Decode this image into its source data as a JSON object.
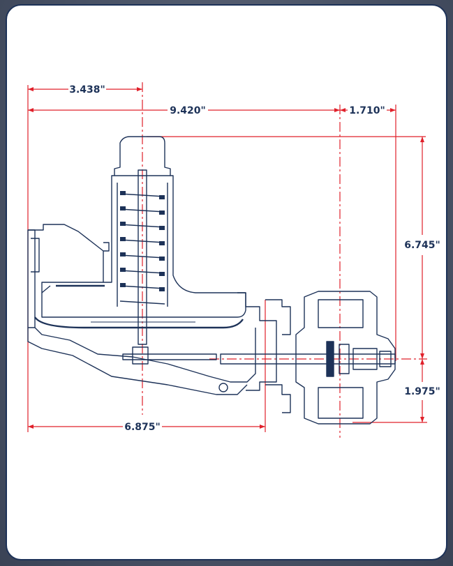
{
  "dimensions": {
    "top_left": "3.438\"",
    "overall_width": "9.420\"",
    "outlet_offset": "1.710\"",
    "height_upper": "6.745\"",
    "height_lower": "1.975\"",
    "base_width": "6.875\""
  },
  "colors": {
    "drawing_line": "#1d3258",
    "dimension_line": "#e0202a",
    "card_border": "#1d3258",
    "background": "#4c5567"
  }
}
